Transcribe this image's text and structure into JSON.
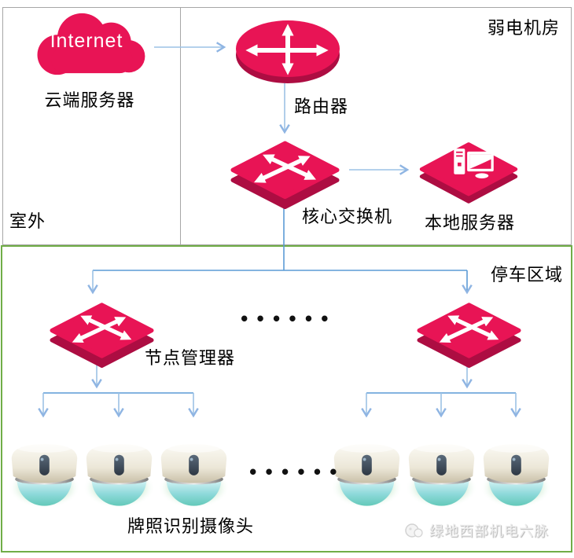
{
  "zones": {
    "machine_room_label": "弱电机房",
    "outdoor_label": "室外",
    "parking_label": "停车区域"
  },
  "nodes": {
    "cloud_server": {
      "label": "云端服务器",
      "cloud_text": "Internet"
    },
    "router": {
      "label": "路由器"
    },
    "core_switch": {
      "label": "核心交换机"
    },
    "local_server": {
      "label": "本地服务器"
    },
    "node_manager": {
      "label": "节点管理器"
    },
    "cameras": {
      "label": "牌照识别摄像头"
    }
  },
  "ellipsis_dots": "••••••",
  "watermark": {
    "text": "绿地西部机电六脉"
  },
  "colors": {
    "device_crimson": "#e81455",
    "device_crimson_dark": "#ad0d42",
    "line_blue": "#5b9bd5",
    "arrow_blue": "#9cc2e5",
    "zone_green": "#70ad47",
    "zone_gray": "#a6a6a6",
    "camera_dome": "#86d8d8",
    "camera_glow": "#7cc98a"
  }
}
